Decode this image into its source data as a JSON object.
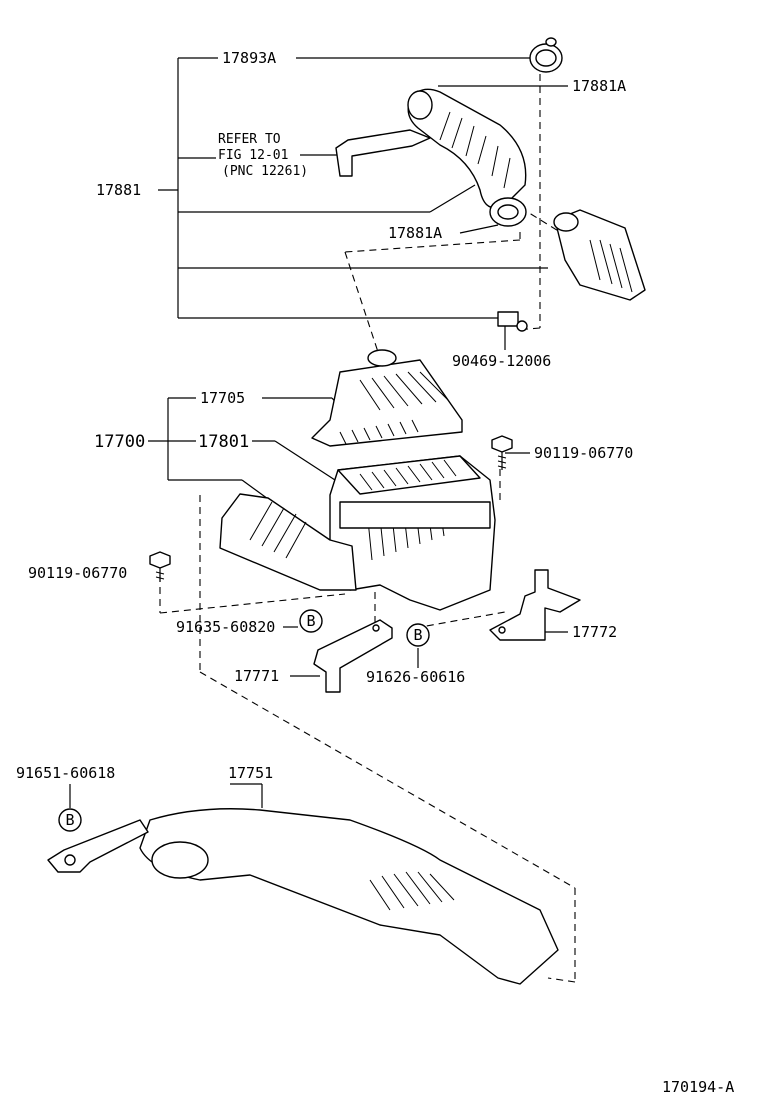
{
  "labels": {
    "p17893A": "17893A",
    "p17881A_top": "17881A",
    "p17881": "17881",
    "p17881A_mid": "17881A",
    "p90469": "90469-12006",
    "p17705": "17705",
    "p17700": "17700",
    "p17801": "17801",
    "p90119_right": "90119-06770",
    "p90119_left": "90119-06770",
    "p91635": "91635-60820",
    "p17772": "17772",
    "p17771": "17771",
    "p91626": "91626-60616",
    "p91651": "91651-60618",
    "p17751": "17751",
    "figure_code": "170194-A"
  },
  "refer_note": {
    "line1": "REFER TO",
    "line2": "FIG 12-01",
    "line3": "(PNC 12261)"
  },
  "callouts": {
    "b1": "B",
    "b2": "B",
    "b3": "B"
  }
}
